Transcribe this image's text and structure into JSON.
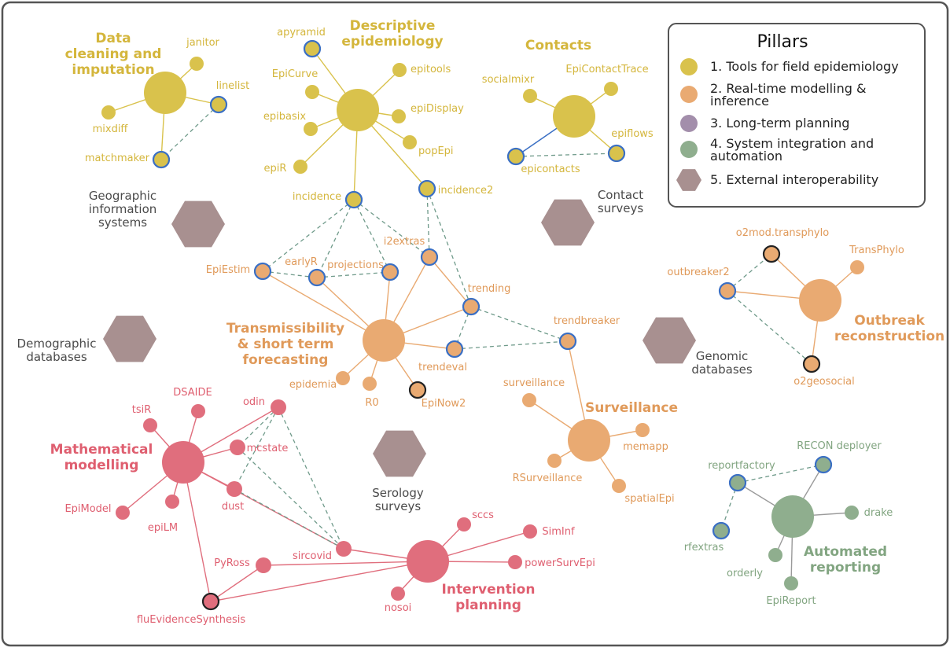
{
  "legend": {
    "title": "Pillars",
    "items": [
      {
        "id": "p1",
        "label": [
          "1. Tools for field epidemiology"
        ],
        "color": "#d9c24c",
        "shape": "circle"
      },
      {
        "id": "p2",
        "label": [
          "2. Real-time modelling &",
          "inference"
        ],
        "color": "#e9aa72",
        "shape": "circle"
      },
      {
        "id": "p3",
        "label": [
          "3. Long-term planning"
        ],
        "color": "#a38eab",
        "shape": "circle"
      },
      {
        "id": "p4",
        "label": [
          "4. System integration and",
          "automation"
        ],
        "color": "#8fae8e",
        "shape": "circle"
      },
      {
        "id": "p5",
        "label": [
          "5. External interoperability"
        ],
        "color": "#a89090",
        "shape": "hexagon"
      }
    ]
  },
  "colors": {
    "p1": "#d9c24c",
    "p1_text": "#d4b63c",
    "p2": "#e9aa72",
    "p2_text": "#e09a5a",
    "p3": "#e06e7d",
    "p3_text": "#df5f70",
    "p4": "#8fae8e",
    "p4_text": "#82a581",
    "hex": "#a89090",
    "hub_edge": "#3a6fc4",
    "dashed": "#6f9a8a",
    "black_ring": "#222222"
  },
  "cluster_labels": [
    {
      "id": "data-cleaning",
      "text": [
        "Data",
        "cleaning and",
        "imputation"
      ],
      "pillar": "p1"
    },
    {
      "id": "descriptive",
      "text": [
        "Descriptive",
        "epidemiology"
      ],
      "pillar": "p1"
    },
    {
      "id": "contacts",
      "text": [
        "Contacts"
      ],
      "pillar": "p1"
    },
    {
      "id": "transmissibility",
      "text": [
        "Transmissibility",
        "& short term",
        "forecasting"
      ],
      "pillar": "p2"
    },
    {
      "id": "outbreak",
      "text": [
        "Outbreak",
        "reconstruction"
      ],
      "pillar": "p2"
    },
    {
      "id": "surveillance",
      "text": [
        "Surveillance"
      ],
      "pillar": "p2"
    },
    {
      "id": "mathematical",
      "text": [
        "Mathematical",
        "modelling"
      ],
      "pillar": "p3"
    },
    {
      "id": "intervention",
      "text": [
        "Intervention",
        "planning"
      ],
      "pillar": "p3"
    },
    {
      "id": "automated",
      "text": [
        "Automated",
        "reporting"
      ],
      "pillar": "p4"
    }
  ],
  "hexagons": [
    {
      "id": "gis",
      "text": [
        "Geographic",
        "information",
        "systems"
      ]
    },
    {
      "id": "contact-surveys",
      "text": [
        "Contact",
        "surveys"
      ]
    },
    {
      "id": "demographic",
      "text": [
        "Demographic",
        "databases"
      ]
    },
    {
      "id": "genomic",
      "text": [
        "Genomic",
        "databases"
      ]
    },
    {
      "id": "serology",
      "text": [
        "Serology",
        "surveys"
      ]
    }
  ],
  "nodes": [
    {
      "id": "hub-cleaning",
      "label": "",
      "pillar": "p1",
      "hub": true
    },
    {
      "id": "janitor",
      "label": "janitor",
      "pillar": "p1"
    },
    {
      "id": "linelist",
      "label": "linelist",
      "pillar": "p1",
      "ring": "blue"
    },
    {
      "id": "mixdiff",
      "label": "mixdiff",
      "pillar": "p1"
    },
    {
      "id": "matchmaker",
      "label": "matchmaker",
      "pillar": "p1",
      "ring": "blue"
    },
    {
      "id": "hub-descriptive",
      "label": "",
      "pillar": "p1",
      "hub": true
    },
    {
      "id": "apyramid",
      "label": "apyramid",
      "pillar": "p1",
      "ring": "blue"
    },
    {
      "id": "EpiCurve",
      "label": "EpiCurve",
      "pillar": "p1"
    },
    {
      "id": "epitools",
      "label": "epitools",
      "pillar": "p1"
    },
    {
      "id": "epibasix",
      "label": "epibasix",
      "pillar": "p1"
    },
    {
      "id": "epiDisplay",
      "label": "epiDisplay",
      "pillar": "p1"
    },
    {
      "id": "popEpi",
      "label": "popEpi",
      "pillar": "p1"
    },
    {
      "id": "epiR",
      "label": "epiR",
      "pillar": "p1"
    },
    {
      "id": "incidence",
      "label": "incidence",
      "pillar": "p1",
      "ring": "blue"
    },
    {
      "id": "incidence2",
      "label": "incidence2",
      "pillar": "p1",
      "ring": "blue"
    },
    {
      "id": "hub-contacts",
      "label": "",
      "pillar": "p1",
      "hub": true
    },
    {
      "id": "socialmixr",
      "label": "socialmixr",
      "pillar": "p1"
    },
    {
      "id": "EpiContactTrace",
      "label": "EpiContactTrace",
      "pillar": "p1"
    },
    {
      "id": "epiflows",
      "label": "epiflows",
      "pillar": "p1",
      "ring": "blue"
    },
    {
      "id": "epicontacts",
      "label": "epicontacts",
      "pillar": "p1",
      "ring": "blue"
    },
    {
      "id": "hub-transmissibility",
      "label": "",
      "pillar": "p2",
      "hub": true
    },
    {
      "id": "EpiEstim",
      "label": "EpiEstim",
      "pillar": "p2",
      "ring": "blue"
    },
    {
      "id": "earlyR",
      "label": "earlyR",
      "pillar": "p2",
      "ring": "blue"
    },
    {
      "id": "projections",
      "label": "projections",
      "pillar": "p2",
      "ring": "blue"
    },
    {
      "id": "i2extras",
      "label": "i2extras",
      "pillar": "p2",
      "ring": "blue"
    },
    {
      "id": "trending",
      "label": "trending",
      "pillar": "p2",
      "ring": "blue"
    },
    {
      "id": "trendeval",
      "label": "trendeval",
      "pillar": "p2",
      "ring": "blue"
    },
    {
      "id": "trendbreaker",
      "label": "trendbreaker",
      "pillar": "p2",
      "ring": "blue"
    },
    {
      "id": "epidemia",
      "label": "epidemia",
      "pillar": "p2"
    },
    {
      "id": "R0",
      "label": "R0",
      "pillar": "p2"
    },
    {
      "id": "EpiNow2",
      "label": "EpiNow2",
      "pillar": "p2",
      "ring": "black"
    },
    {
      "id": "hub-outbreak",
      "label": "",
      "pillar": "p2",
      "hub": true
    },
    {
      "id": "o2mod.transphylo",
      "label": "o2mod.transphylo",
      "pillar": "p2",
      "ring": "black"
    },
    {
      "id": "TransPhylo",
      "label": "TransPhylo",
      "pillar": "p2"
    },
    {
      "id": "outbreaker2",
      "label": "outbreaker2",
      "pillar": "p2",
      "ring": "blue"
    },
    {
      "id": "o2geosocial",
      "label": "o2geosocial",
      "pillar": "p2",
      "ring": "black"
    },
    {
      "id": "hub-surveillance",
      "label": "",
      "pillar": "p2",
      "hub": true
    },
    {
      "id": "surveillance",
      "label": "surveillance",
      "pillar": "p2"
    },
    {
      "id": "memapp",
      "label": "memapp",
      "pillar": "p2"
    },
    {
      "id": "RSurveillance",
      "label": "RSurveillance",
      "pillar": "p2"
    },
    {
      "id": "spatialEpi",
      "label": "spatialEpi",
      "pillar": "p2"
    },
    {
      "id": "hub-mathematical",
      "label": "",
      "pillar": "p3",
      "hub": true
    },
    {
      "id": "DSAIDE",
      "label": "DSAIDE",
      "pillar": "p3"
    },
    {
      "id": "tsiR",
      "label": "tsiR",
      "pillar": "p3"
    },
    {
      "id": "odin",
      "label": "odin",
      "pillar": "p3",
      "ring": "none"
    },
    {
      "id": "mcstate",
      "label": "mcstate",
      "pillar": "p3"
    },
    {
      "id": "dust",
      "label": "dust",
      "pillar": "p3"
    },
    {
      "id": "EpiModel",
      "label": "EpiModel",
      "pillar": "p3"
    },
    {
      "id": "epiLM",
      "label": "epiLM",
      "pillar": "p3"
    },
    {
      "id": "PyRoss",
      "label": "PyRoss",
      "pillar": "p3"
    },
    {
      "id": "fluEvidenceSynthesis",
      "label": "fluEvidenceSynthesis",
      "pillar": "p3",
      "ring": "black"
    },
    {
      "id": "sircovid",
      "label": "sircovid",
      "pillar": "p3"
    },
    {
      "id": "hub-intervention",
      "label": "",
      "pillar": "p3",
      "hub": true
    },
    {
      "id": "sccs",
      "label": "sccs",
      "pillar": "p3"
    },
    {
      "id": "SimInf",
      "label": "SimInf",
      "pillar": "p3"
    },
    {
      "id": "powerSurvEpi",
      "label": "powerSurvEpi",
      "pillar": "p3"
    },
    {
      "id": "nosoi",
      "label": "nosoi",
      "pillar": "p3"
    },
    {
      "id": "hub-automated",
      "label": "",
      "pillar": "p4",
      "hub": true
    },
    {
      "id": "reportfactory",
      "label": "reportfactory",
      "pillar": "p4",
      "ring": "blue"
    },
    {
      "id": "RECON deployer",
      "label": "RECON deployer",
      "pillar": "p4",
      "ring": "blue"
    },
    {
      "id": "rfextras",
      "label": "rfextras",
      "pillar": "p4",
      "ring": "blue"
    },
    {
      "id": "drake",
      "label": "drake",
      "pillar": "p4"
    },
    {
      "id": "orderly",
      "label": "orderly",
      "pillar": "p4"
    },
    {
      "id": "EpiReport",
      "label": "EpiReport",
      "pillar": "p4"
    }
  ],
  "edges": [
    [
      "hub-cleaning",
      "janitor",
      "solid"
    ],
    [
      "hub-cleaning",
      "linelist",
      "solid"
    ],
    [
      "hub-cleaning",
      "mixdiff",
      "solid"
    ],
    [
      "hub-cleaning",
      "matchmaker",
      "solid"
    ],
    [
      "linelist",
      "matchmaker",
      "dashed"
    ],
    [
      "hub-descriptive",
      "apyramid",
      "solid"
    ],
    [
      "hub-descriptive",
      "EpiCurve",
      "solid"
    ],
    [
      "hub-descriptive",
      "epitools",
      "solid"
    ],
    [
      "hub-descriptive",
      "epibasix",
      "solid"
    ],
    [
      "hub-descriptive",
      "epiDisplay",
      "solid"
    ],
    [
      "hub-descriptive",
      "popEpi",
      "solid"
    ],
    [
      "hub-descriptive",
      "epiR",
      "solid"
    ],
    [
      "hub-descriptive",
      "incidence",
      "solid"
    ],
    [
      "hub-descriptive",
      "incidence2",
      "solid"
    ],
    [
      "hub-contacts",
      "socialmixr",
      "solid"
    ],
    [
      "hub-contacts",
      "EpiContactTrace",
      "solid"
    ],
    [
      "hub-contacts",
      "epiflows",
      "solid"
    ],
    [
      "hub-contacts",
      "epicontacts",
      "blue"
    ],
    [
      "epicontacts",
      "epiflows",
      "dashed"
    ],
    [
      "incidence",
      "EpiEstim",
      "dashed"
    ],
    [
      "incidence",
      "earlyR",
      "dashed"
    ],
    [
      "incidence",
      "projections",
      "dashed"
    ],
    [
      "incidence",
      "i2extras",
      "dashed"
    ],
    [
      "incidence2",
      "i2extras",
      "dashed"
    ],
    [
      "incidence2",
      "trending",
      "dashed"
    ],
    [
      "EpiEstim",
      "earlyR",
      "dashed"
    ],
    [
      "earlyR",
      "projections",
      "dashed"
    ],
    [
      "trending",
      "trendeval",
      "dashed"
    ],
    [
      "trending",
      "trendbreaker",
      "dashed"
    ],
    [
      "trendeval",
      "trendbreaker",
      "dashed"
    ],
    [
      "hub-transmissibility",
      "EpiEstim",
      "solid"
    ],
    [
      "hub-transmissibility",
      "earlyR",
      "solid"
    ],
    [
      "hub-transmissibility",
      "projections",
      "solid"
    ],
    [
      "hub-transmissibility",
      "i2extras",
      "solid"
    ],
    [
      "hub-transmissibility",
      "trending",
      "solid"
    ],
    [
      "hub-transmissibility",
      "trendeval",
      "solid"
    ],
    [
      "hub-transmissibility",
      "epidemia",
      "solid"
    ],
    [
      "hub-transmissibility",
      "R0",
      "solid"
    ],
    [
      "hub-transmissibility",
      "EpiNow2",
      "solid"
    ],
    [
      "i2extras",
      "trending",
      "solid"
    ],
    [
      "hub-outbreak",
      "o2mod.transphylo",
      "solid"
    ],
    [
      "hub-outbreak",
      "TransPhylo",
      "solid"
    ],
    [
      "hub-outbreak",
      "outbreaker2",
      "solid"
    ],
    [
      "hub-outbreak",
      "o2geosocial",
      "solid"
    ],
    [
      "outbreaker2",
      "o2mod.transphylo",
      "dashed"
    ],
    [
      "outbreaker2",
      "o2geosocial",
      "dashed"
    ],
    [
      "hub-surveillance",
      "surveillance",
      "solid"
    ],
    [
      "hub-surveillance",
      "memapp",
      "solid"
    ],
    [
      "hub-surveillance",
      "RSurveillance",
      "solid"
    ],
    [
      "hub-surveillance",
      "spatialEpi",
      "solid"
    ],
    [
      "hub-surveillance",
      "trendbreaker",
      "solid"
    ],
    [
      "hub-mathematical",
      "DSAIDE",
      "solid"
    ],
    [
      "hub-mathematical",
      "tsiR",
      "solid"
    ],
    [
      "hub-mathematical",
      "odin",
      "solid"
    ],
    [
      "hub-mathematical",
      "mcstate",
      "solid"
    ],
    [
      "hub-mathematical",
      "dust",
      "solid"
    ],
    [
      "hub-mathematical",
      "EpiModel",
      "solid"
    ],
    [
      "hub-mathematical",
      "epiLM",
      "solid"
    ],
    [
      "hub-mathematical",
      "sircovid",
      "solid"
    ],
    [
      "hub-mathematical",
      "fluEvidenceSynthesis",
      "solid"
    ],
    [
      "odin",
      "mcstate",
      "dashed"
    ],
    [
      "odin",
      "dust",
      "dashed"
    ],
    [
      "odin",
      "sircovid",
      "dashed"
    ],
    [
      "mcstate",
      "sircovid",
      "dashed"
    ],
    [
      "dust",
      "sircovid",
      "dashed"
    ],
    [
      "hub-intervention",
      "sccs",
      "solid"
    ],
    [
      "hub-intervention",
      "SimInf",
      "solid"
    ],
    [
      "hub-intervention",
      "powerSurvEpi",
      "solid"
    ],
    [
      "hub-intervention",
      "nosoi",
      "solid"
    ],
    [
      "hub-intervention",
      "sircovid",
      "solid"
    ],
    [
      "hub-intervention",
      "PyRoss",
      "solid"
    ],
    [
      "hub-intervention",
      "fluEvidenceSynthesis",
      "solid"
    ],
    [
      "PyRoss",
      "fluEvidenceSynthesis",
      "solid"
    ],
    [
      "hub-automated",
      "reportfactory",
      "solid"
    ],
    [
      "hub-automated",
      "RECON deployer",
      "solid"
    ],
    [
      "hub-automated",
      "drake",
      "solid"
    ],
    [
      "hub-automated",
      "orderly",
      "solid"
    ],
    [
      "hub-automated",
      "EpiReport",
      "solid"
    ],
    [
      "reportfactory",
      "RECON deployer",
      "dashed"
    ],
    [
      "reportfactory",
      "rfextras",
      "dashed"
    ]
  ]
}
